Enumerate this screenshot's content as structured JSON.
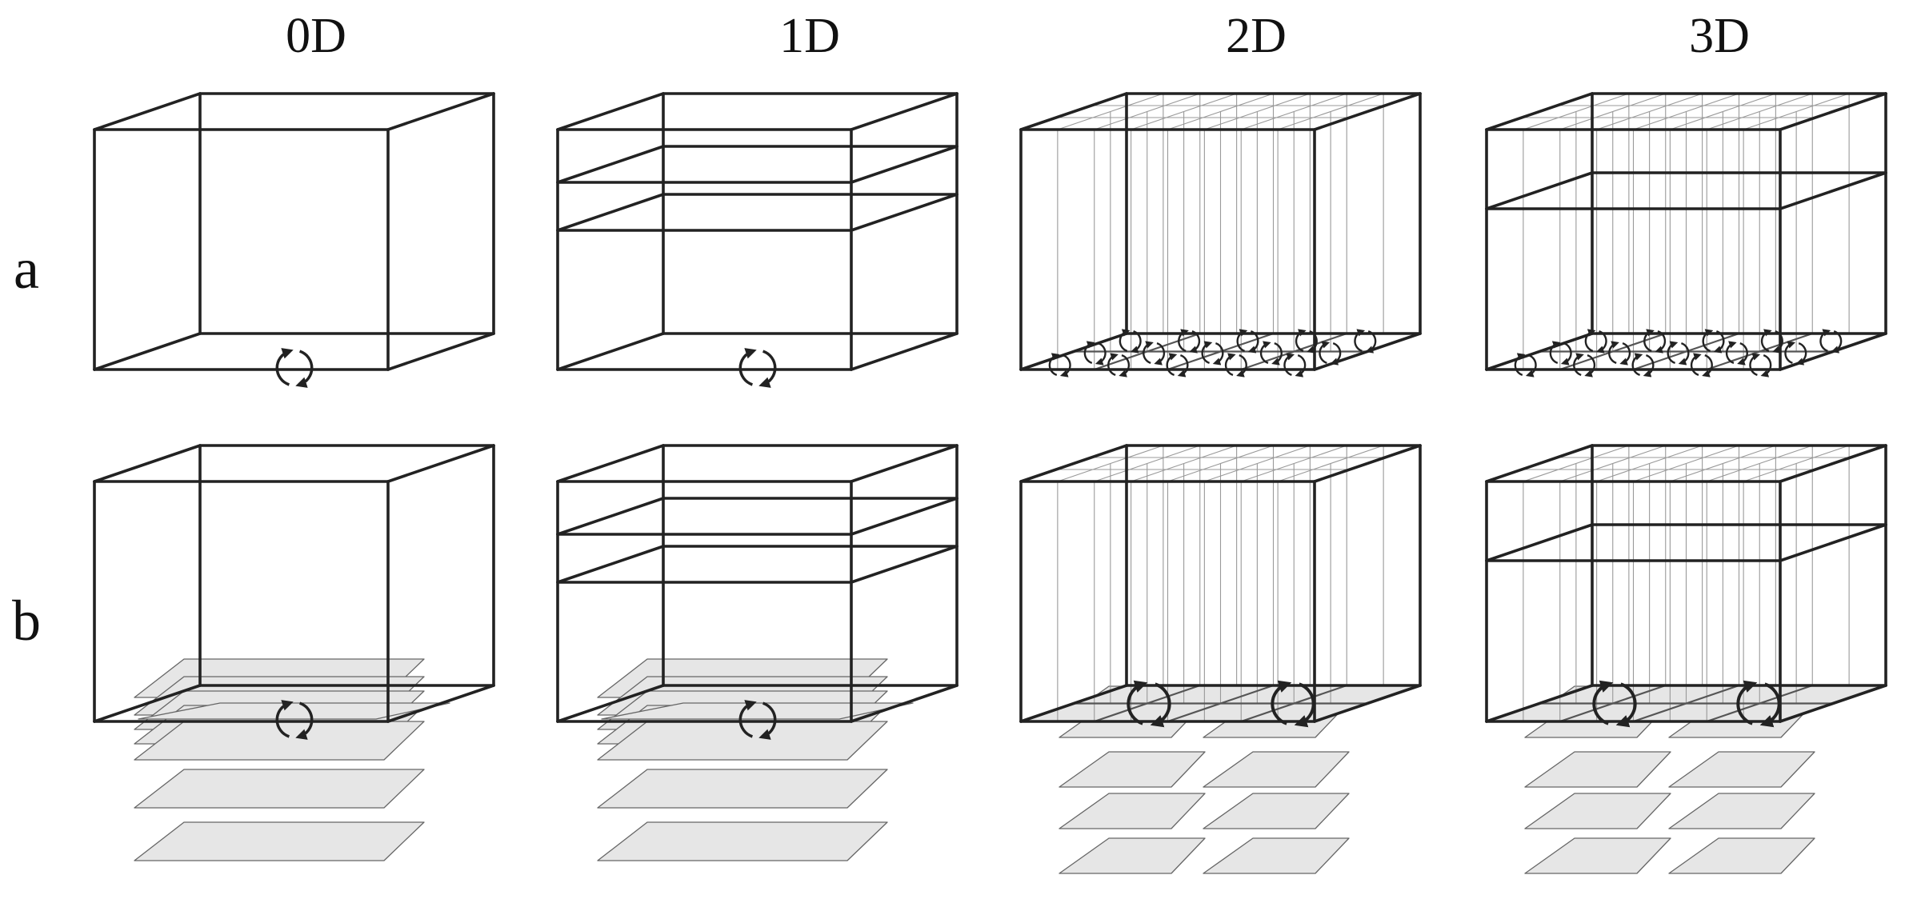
{
  "columns": [
    {
      "label": "0D",
      "layers": 0,
      "grid": false
    },
    {
      "label": "1D",
      "layers": 2,
      "grid": false
    },
    {
      "label": "2D",
      "layers": 0,
      "grid": true
    },
    {
      "label": "3D",
      "layers": 1,
      "grid": true
    }
  ],
  "rows": [
    {
      "label": "a",
      "sheets": false
    },
    {
      "label": "b",
      "sheets": true
    }
  ],
  "colors": {
    "edge": "#222222",
    "thin": "#999999",
    "sheet_fill": "#e6e6e6",
    "sheet_stroke": "#666666"
  }
}
